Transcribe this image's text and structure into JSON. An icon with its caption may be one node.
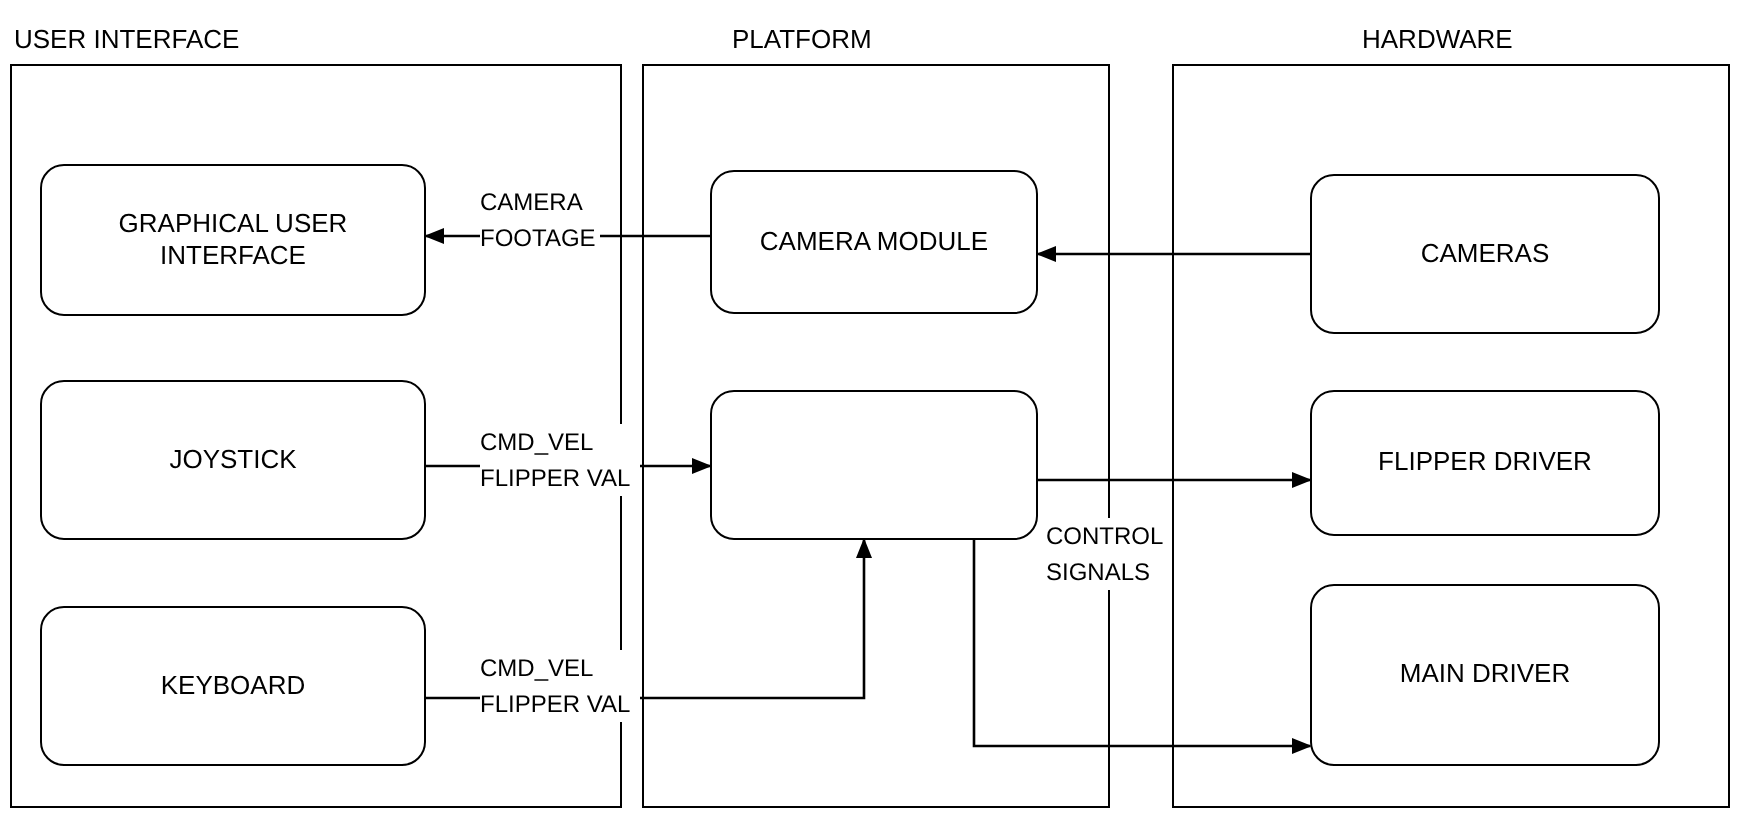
{
  "diagram": {
    "nodes": [
      {
        "text": [
          "USER INTERFACE"
        ]
      },
      {
        "text": [
          "GRAPHICAL USER INTERFACE"
        ],
        "in": 0
      },
      {
        "text": [
          "JOYSTICK"
        ],
        "in": 0
      },
      {
        "text": [
          "KEYBOARD"
        ],
        "in": 0
      },
      {
        "text": [
          "PLATFORM"
        ]
      },
      {
        "text": [
          "CAMERA MODULE"
        ],
        "in": 4
      },
      {
        "text": [],
        "shape": "box",
        "in": 4
      },
      {
        "text": [
          "HARDWARE"
        ]
      },
      {
        "text": [
          "CAMERAS"
        ],
        "in": 7
      },
      {
        "text": [
          "FLIPPER DRIVER"
        ],
        "in": 7
      },
      {
        "text": [
          "MAIN DRIVER"
        ],
        "in": 7
      }
    ],
    "edges": [
      {
        "from": 5,
        "to": 1,
        "arrow": "to",
        "label": "CAMERA FOOTAGE"
      },
      {
        "from": 8,
        "to": 5,
        "arrow": "to"
      },
      {
        "from": 2,
        "to": 6,
        "arrow": "to",
        "label": "CMD_VEL FLIPPER VAL"
      },
      {
        "from": 3,
        "to": 6,
        "arrow": "to",
        "label": "CMD_VEL FLIPPER VAL"
      },
      {
        "from": 6,
        "to": 9,
        "arrow": "to",
        "label": "CONTROL SIGNALS"
      },
      {
        "from": 6,
        "to": 10,
        "arrow": "to"
      }
    ]
  }
}
